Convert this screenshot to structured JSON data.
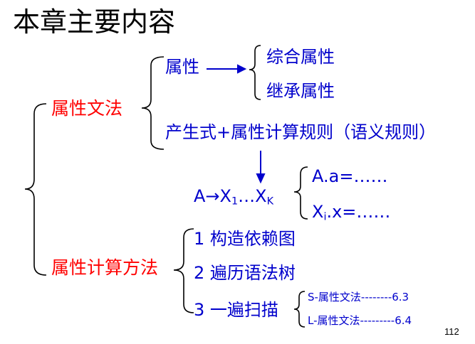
{
  "title": "本章主要内容",
  "level1": {
    "grammar": "属性文法",
    "computation": "属性计算方法"
  },
  "grammar_children": {
    "attributes": "属性",
    "production_rules": "产生式+属性计算规则（语义规则）"
  },
  "attribute_types": [
    "综合属性",
    "继承属性"
  ],
  "production": {
    "A": "A",
    "arrow": "→",
    "X1_base": "X",
    "X1_sub": "1",
    "dots": "…",
    "XK_base": "X",
    "XK_sub": "K"
  },
  "rule_outputs": {
    "first": "A.a=……",
    "second_base": "X",
    "second_sub": "i",
    "second_rest": ".x=……"
  },
  "methods": [
    "1 构造依赖图",
    "2 遍历语法树",
    "3 一遍扫描"
  ],
  "scan_types": [
    "S-属性文法--------6.3",
    "L-属性文法---------6.4"
  ],
  "page_number": "112",
  "colors": {
    "level1_text": "#ff0000",
    "method_text": "#0000cc",
    "arrow": "#0000cc",
    "brace": "#000000"
  }
}
